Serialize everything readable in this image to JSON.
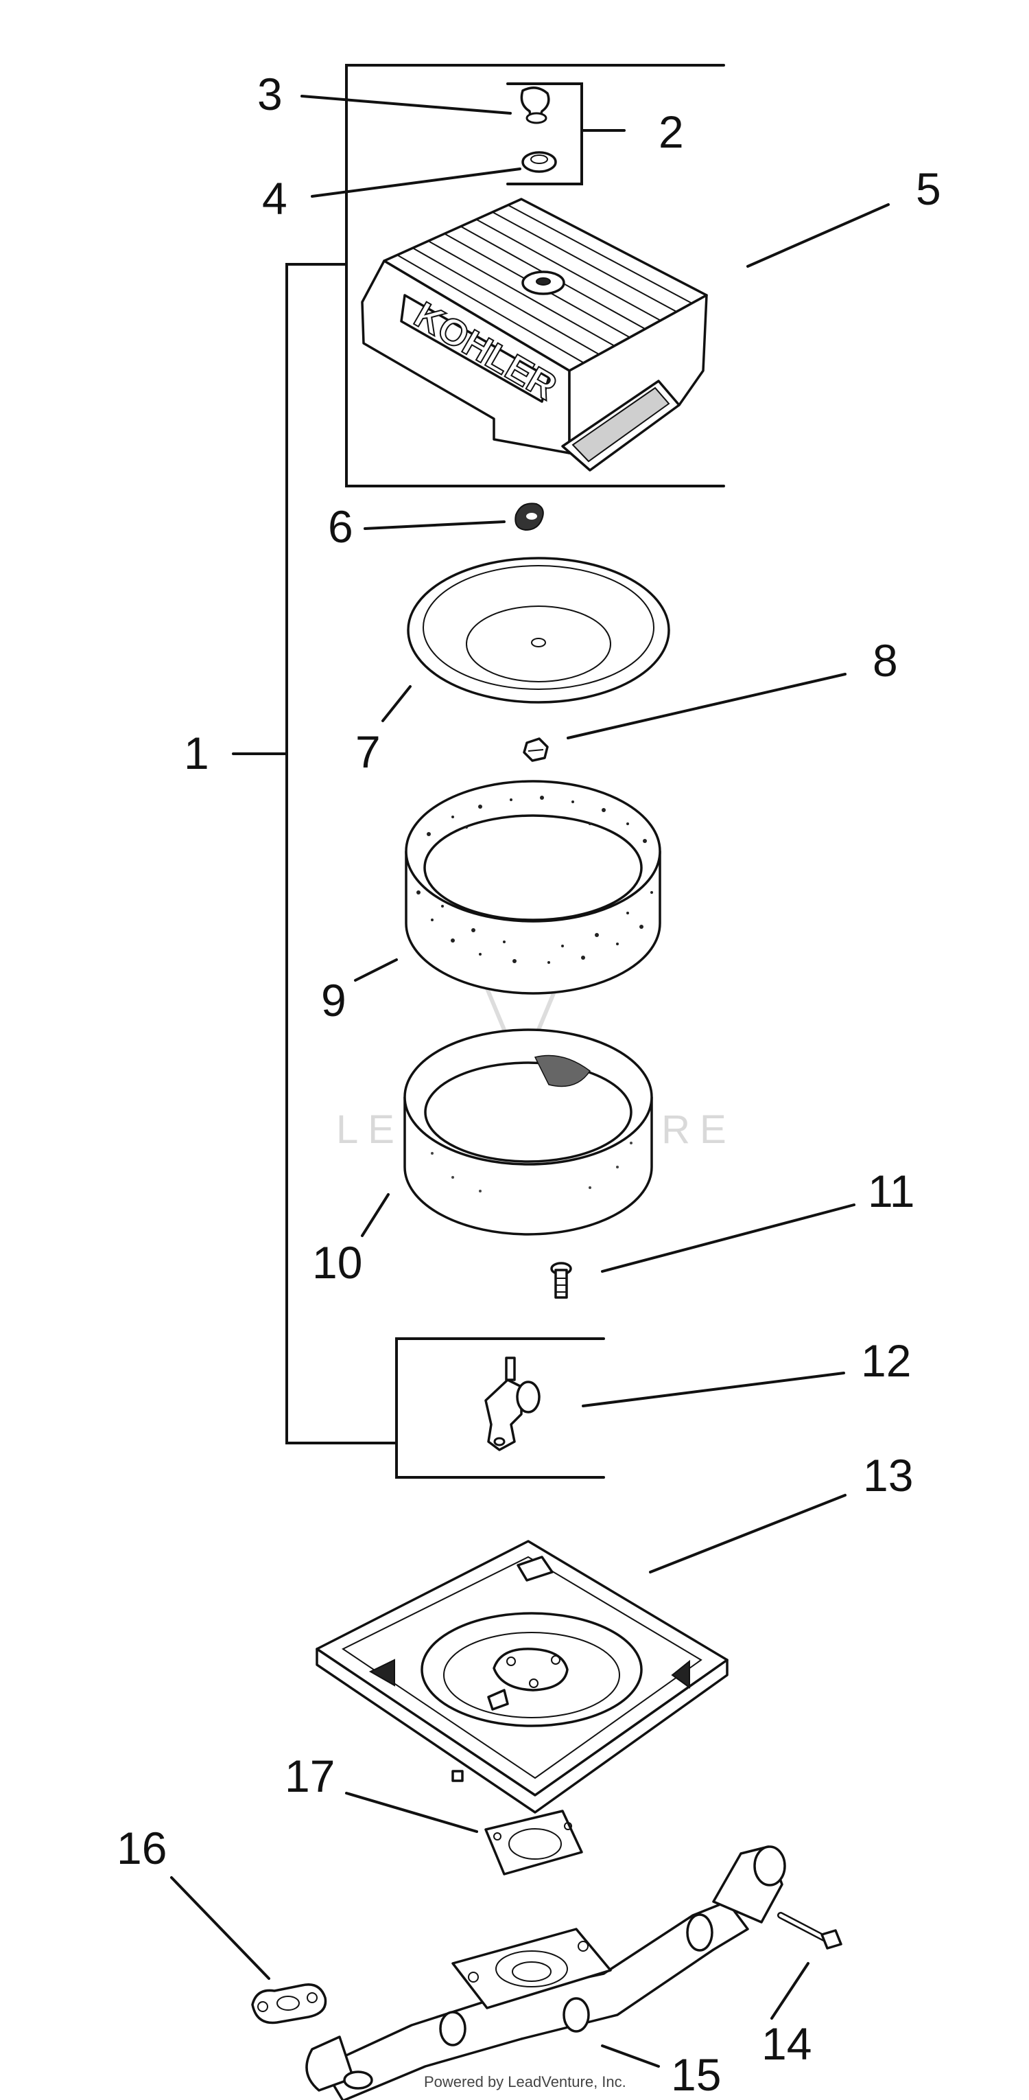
{
  "callouts": [
    "1",
    "2",
    "3",
    "4",
    "5",
    "6",
    "7",
    "8",
    "9",
    "10",
    "11",
    "12",
    "13",
    "14",
    "15",
    "16",
    "17"
  ],
  "brand_text": "KOHLER",
  "watermark": "LEADVENTURE",
  "credit": "Powered by LeadVenture, Inc."
}
